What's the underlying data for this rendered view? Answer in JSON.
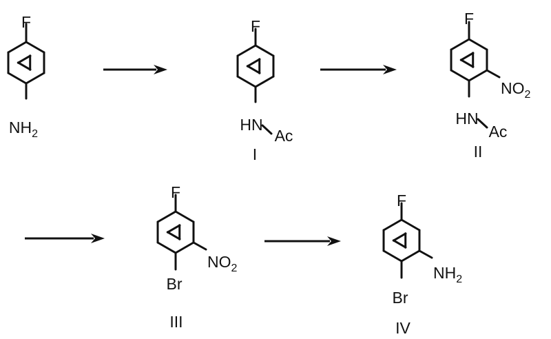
{
  "labels": {
    "F": "F",
    "N": "N",
    "H": "H",
    "O": "O",
    "Br": "Br",
    "Ac": "Ac",
    "HN": "HN",
    "two": "2"
  },
  "compounds": {
    "I": "I",
    "II": "II",
    "III": "III",
    "IV": "IV"
  }
}
